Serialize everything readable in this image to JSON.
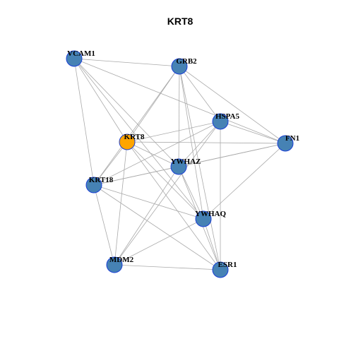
{
  "title": "KRT8",
  "colors": {
    "node_default": "#4682b4",
    "node_focus": "#ffa500",
    "node_border": "#1a3fd6",
    "edge": "#aaaaaa"
  },
  "nodes": [
    {
      "id": "VCAM1",
      "label": "VCAM1",
      "focus": false
    },
    {
      "id": "GRB2",
      "label": "GRB2",
      "focus": false
    },
    {
      "id": "HSPA5",
      "label": "HSPA5",
      "focus": false
    },
    {
      "id": "KRT8",
      "label": "KRT8",
      "focus": true
    },
    {
      "id": "FN1",
      "label": "FN1",
      "focus": false
    },
    {
      "id": "YWHAZ",
      "label": "YWHAZ",
      "focus": false
    },
    {
      "id": "KRT18",
      "label": "KRT18",
      "focus": false
    },
    {
      "id": "YWHAQ",
      "label": "YWHAQ",
      "focus": false
    },
    {
      "id": "MDM2",
      "label": "MDM2",
      "focus": false
    },
    {
      "id": "ESR1",
      "label": "ESR1",
      "focus": false
    }
  ],
  "edges": [
    [
      "VCAM1",
      "GRB2"
    ],
    [
      "VCAM1",
      "FN1"
    ],
    [
      "VCAM1",
      "KRT8"
    ],
    [
      "VCAM1",
      "KRT18"
    ],
    [
      "VCAM1",
      "YWHAZ"
    ],
    [
      "VCAM1",
      "YWHAQ"
    ],
    [
      "GRB2",
      "HSPA5"
    ],
    [
      "GRB2",
      "FN1"
    ],
    [
      "GRB2",
      "KRT8"
    ],
    [
      "GRB2",
      "YWHAZ"
    ],
    [
      "GRB2",
      "YWHAQ"
    ],
    [
      "GRB2",
      "ESR1"
    ],
    [
      "GRB2",
      "KRT18"
    ],
    [
      "HSPA5",
      "FN1"
    ],
    [
      "HSPA5",
      "KRT8"
    ],
    [
      "HSPA5",
      "YWHAZ"
    ],
    [
      "HSPA5",
      "KRT18"
    ],
    [
      "HSPA5",
      "MDM2"
    ],
    [
      "HSPA5",
      "ESR1"
    ],
    [
      "KRT8",
      "FN1"
    ],
    [
      "KRT8",
      "KRT18"
    ],
    [
      "KRT8",
      "YWHAZ"
    ],
    [
      "KRT8",
      "YWHAQ"
    ],
    [
      "KRT8",
      "MDM2"
    ],
    [
      "KRT8",
      "ESR1"
    ],
    [
      "FN1",
      "YWHAZ"
    ],
    [
      "FN1",
      "KRT18"
    ],
    [
      "FN1",
      "YWHAQ"
    ],
    [
      "YWHAZ",
      "KRT18"
    ],
    [
      "YWHAZ",
      "YWHAQ"
    ],
    [
      "YWHAZ",
      "MDM2"
    ],
    [
      "YWHAZ",
      "ESR1"
    ],
    [
      "KRT18",
      "YWHAQ"
    ],
    [
      "KRT18",
      "MDM2"
    ],
    [
      "KRT18",
      "ESR1"
    ],
    [
      "YWHAQ",
      "MDM2"
    ],
    [
      "YWHAQ",
      "ESR1"
    ],
    [
      "MDM2",
      "ESR1"
    ]
  ]
}
